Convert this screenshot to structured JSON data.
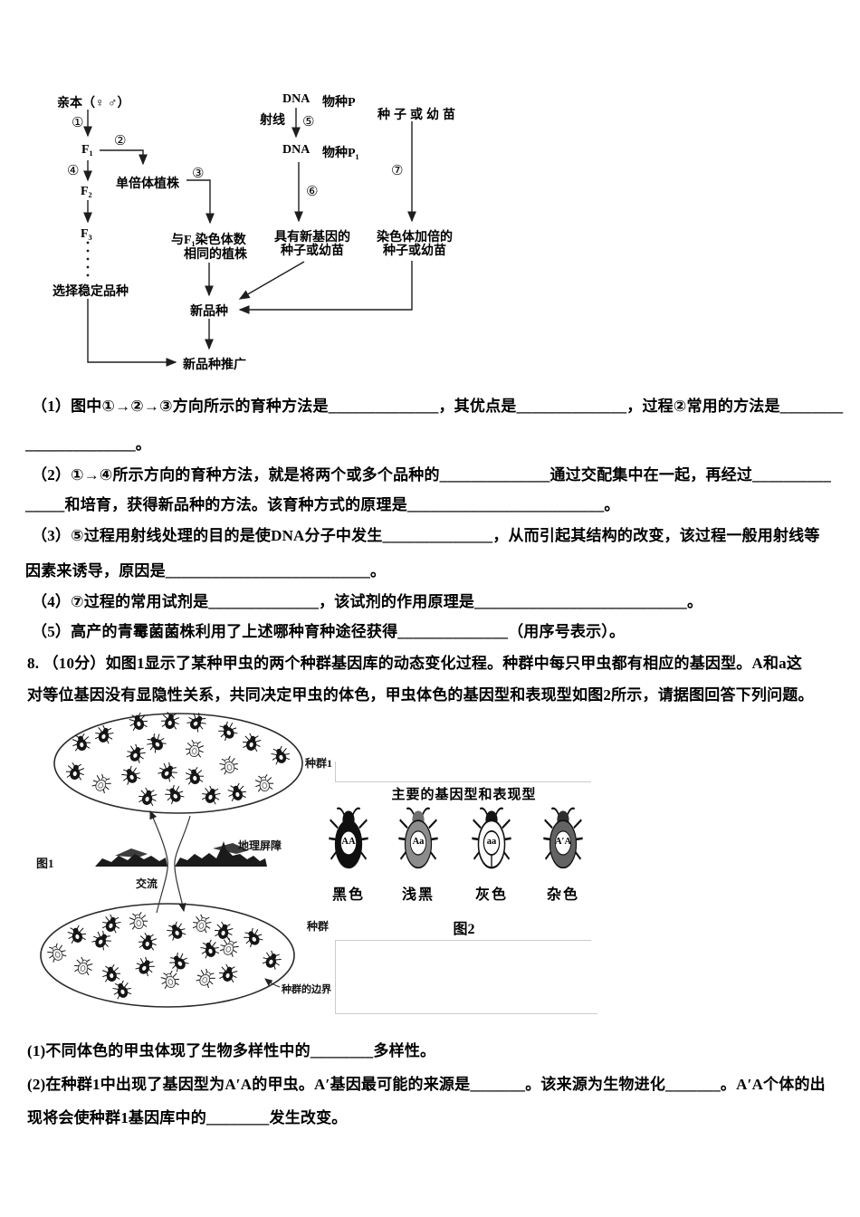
{
  "flowchart": {
    "nodes": {
      "parents": "亲本（♀ ♂）",
      "f1": "F₁",
      "f2": "F₂",
      "f3": "F₃",
      "select_stable": "选择稳定品种",
      "haploid": "单倍体植株",
      "same_chrom_line1": "与F₁染色体数",
      "same_chrom_line2": "相同的植株",
      "new_variety": "新品种",
      "promote": "新品种推广",
      "dna1": "DNA",
      "species_p": "物种P",
      "ray": "射线",
      "dna2": "DNA",
      "species_p1": "物种P₁",
      "seed_or_seedling": "种子或幼苗",
      "new_gene_line1": "具有新基因的",
      "new_gene_line2": "种子或幼苗",
      "chrom_double_line1": "染色体加倍的",
      "chrom_double_line2": "种子或幼苗"
    },
    "steps": {
      "s1": "①",
      "s2": "②",
      "s3": "③",
      "s4": "④",
      "s5": "⑤",
      "s6": "⑥",
      "s7": "⑦"
    }
  },
  "q7": {
    "lines": [
      "（1）图中①→②→③方向所示的育种方法是______________，其优点是______________，过程②常用的方法是________",
      "______________。",
      "（2）①→④所示方向的育种方法，就是将两个或多个品种的______________通过交配集中在一起，再经过__________",
      "_____和培育，获得新品种的方法。该育种方式的原理是_________________________。",
      "（3）⑤过程用射线处理的目的是使DNA分子中发生______________，从而引起其结构的改变，该过程一般用射线等",
      "因素来诱导，原因是__________________________。",
      "（4）⑦过程的常用试剂是______________，该试剂的作用原理是___________________________。",
      "（5）高产的青霉菌菌株利用了上述哪种育种途径获得______________（用序号表示）。"
    ]
  },
  "q8": {
    "intro_lines": [
      "8. （10分）如图1显示了某种甲虫的两个种群基因库的动态变化过程。种群中每只甲虫都有相应的基因型。A和a这",
      "对等位基因没有显隐性关系，共同决定甲虫的体色，甲虫体色的基因型和表现型如图2所示，请据图回答下列问题。"
    ],
    "figure1": {
      "label": "图1",
      "pop1": "种群1",
      "pop2": "种群",
      "barrier": "地理屏障",
      "exchange": "交流",
      "boundary": "种群的边界"
    },
    "figure2": {
      "title": "主要的基因型和表现型",
      "caption": "图2",
      "items": [
        {
          "genotype": "AA",
          "phenotype": "黑色"
        },
        {
          "genotype": "Aa",
          "phenotype": "浅黑"
        },
        {
          "genotype": "aa",
          "phenotype": "灰色"
        },
        {
          "genotype": "A′A",
          "phenotype": "杂色"
        }
      ]
    },
    "sub_lines": [
      "(1)不同体色的甲虫体现了生物多样性中的________多样性。",
      "(2)在种群1中出现了基因型为A′A的甲虫。A′基因最可能的来源是_______。该来源为生物进化_______。A′A个体的出",
      "现将会使种群1基因库中的________发生改变。"
    ]
  }
}
